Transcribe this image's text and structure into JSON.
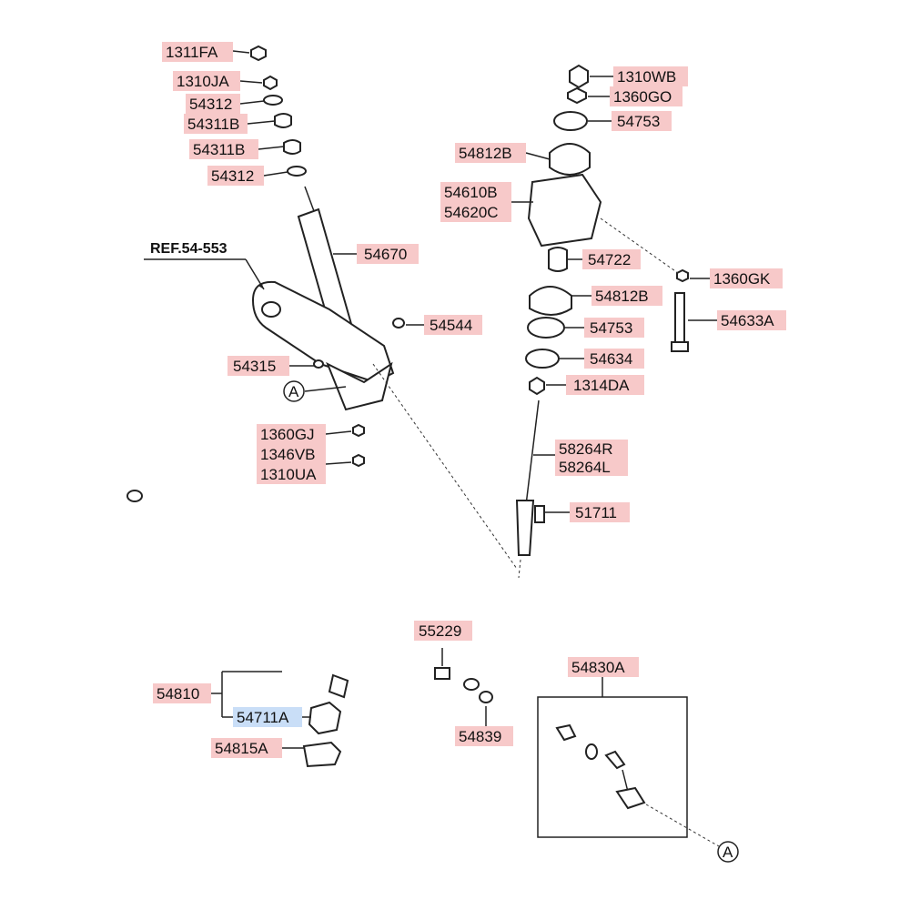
{
  "diagram": {
    "ref_note": "REF.54-553",
    "callout_symbol": "A",
    "highlight_color": "#c9def7",
    "label_color": "#f7c9c9",
    "labels": {
      "p1311FA": "1311FA",
      "p1310JA": "1310JA",
      "p54312a": "54312",
      "p54311Ba": "54311B",
      "p54311Bb": "54311B",
      "p54312b": "54312",
      "p54670": "54670",
      "p54544": "54544",
      "p54315": "54315",
      "p1360GJ": "1360GJ",
      "p1346VB": "1346VB",
      "p1310UA": "1310UA",
      "p1310WB": "1310WB",
      "p1360GO": "1360GO",
      "p54753a": "54753",
      "p54812Ba": "54812B",
      "p54610B": "54610B",
      "p54620C": "54620C",
      "p54722": "54722",
      "p1360GK": "1360GK",
      "p54812Bb": "54812B",
      "p54633A": "54633A",
      "p54753b": "54753",
      "p54634": "54634",
      "p1314DA": "1314DA",
      "p58264R": "58264R",
      "p58264L": "58264L",
      "p51711": "51711",
      "p55229": "55229",
      "p54810": "54810",
      "p54711A": "54711A",
      "p54815A": "54815A",
      "p54839": "54839",
      "p54830A": "54830A"
    }
  }
}
